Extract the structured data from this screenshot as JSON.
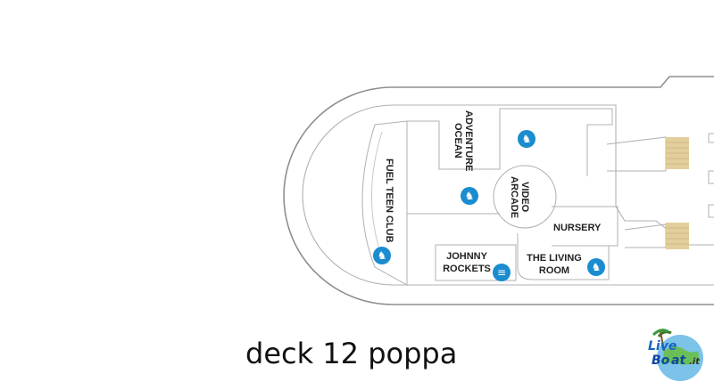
{
  "caption": "deck 12 poppa",
  "rooms": {
    "adventure_ocean": "ADVENTURE OCEAN",
    "fuel_teen_club": "FUEL TEEN CLUB",
    "video_arcade": "VIDEO ARCADE",
    "nursery": "NURSERY",
    "johnny_rockets_1": "JOHNNY",
    "johnny_rockets_2": "ROCKETS",
    "living_room_1": "THE LIVING",
    "living_room_2": "ROOM"
  },
  "logo": {
    "word1": "Live",
    "word2": "Bo",
    "word3": "at",
    "suffix": ".it"
  },
  "icons": {
    "family": "family-icon",
    "dining": "dining-icon"
  },
  "colors": {
    "hull_outline": "#9a9a9a",
    "icon_blue": "#1a8ccf",
    "stairs": "#e3cf9c"
  }
}
